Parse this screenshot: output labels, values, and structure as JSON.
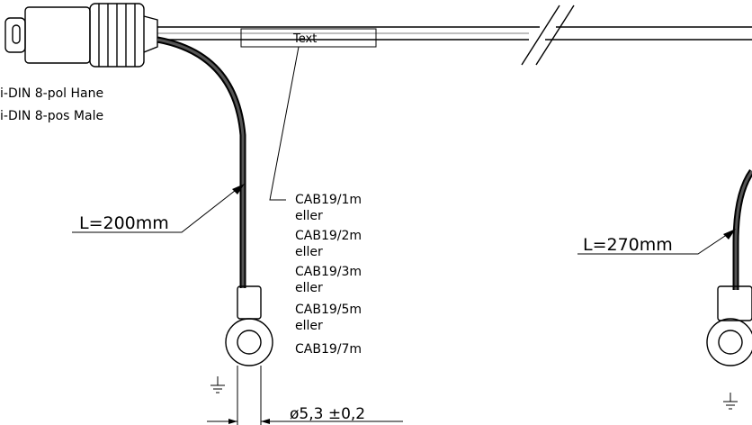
{
  "connector": {
    "label_line_1": "i-DIN 8-pol Hane",
    "label_line_2": "i-DIN 8-pos Male"
  },
  "cable_tag": {
    "text": "Text"
  },
  "lengths": {
    "left": "L=200mm",
    "right": "L=270mm"
  },
  "cable_options": [
    "CAB19/1m",
    "eller",
    "CAB19/2m",
    "eller",
    "CAB19/3m",
    "eller",
    "CAB19/5m",
    "eller",
    "CAB19/7m"
  ],
  "ring_terminal": {
    "diameter": "ø5,3  ±0,2"
  },
  "ground_symbol": {
    "glyph": "⏚"
  }
}
